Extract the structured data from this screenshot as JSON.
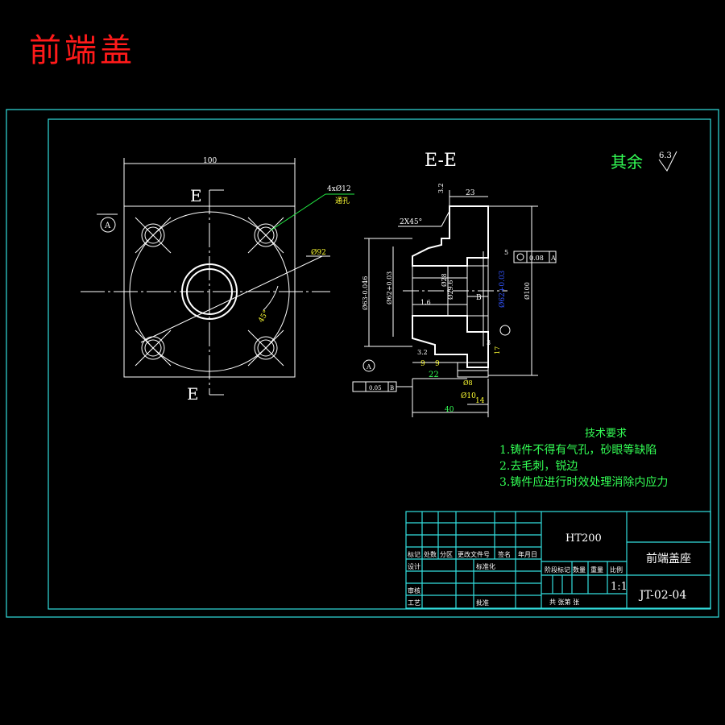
{
  "title": "前端盖",
  "drawing": {
    "section_label": "E-E",
    "cut_label_top": "E",
    "cut_label_bottom": "E",
    "datum": "A",
    "roughness_note": "其余",
    "roughness_value": "6.3",
    "plan_view": {
      "width_dim": "100",
      "holes_callout": "4xØ12",
      "holes_note": "通孔",
      "pcd": "Ø92",
      "angle": "45°"
    },
    "section_view": {
      "dim_top": "23",
      "chamfer": "2X45°",
      "dia_outer_flange": "Ø100",
      "dia_63": "Ø63-0.046",
      "dia_62": "Ø62+0.03",
      "dia_bore": "Ø29.6",
      "dia_shaft": "Ø28",
      "rough_small": "3.2",
      "rough_left": "1.6",
      "rough_bot": "3.2",
      "tol_round": "0.08",
      "tol_flat": "0.05",
      "tol_ref_a": "A",
      "tol_ref_b": "B",
      "d9a": "9",
      "d9b": "9",
      "d22": "22",
      "d8": "Ø8",
      "d10": "Ø10",
      "d14": "14",
      "d40": "40",
      "d5": "5",
      "d3": "3",
      "d17": "17",
      "label_b": "B",
      "blue_dim": "Ø62+0.03"
    }
  },
  "tech_requirements": {
    "heading": "技术要求",
    "items": [
      "1.铸件不得有气孔，砂眼等缺陷",
      "2.去毛刺，锐边",
      "3.铸件应进行时效处理消除内应力"
    ]
  },
  "title_block": {
    "material": "HT200",
    "part_name": "前端盖座",
    "drawing_no": "JT-02-04",
    "scale": "1:1",
    "headers": [
      "标记",
      "处数",
      "分区",
      "更改文件号",
      "签名",
      "年月日"
    ],
    "row_design": [
      "设计",
      "标准化"
    ],
    "row_review": "审核",
    "row_process": "工艺",
    "row_approve": "批准",
    "stage_headers": [
      "阶段标记",
      "数量",
      "重量",
      "比例"
    ],
    "sheet_text": "共  张第  张"
  }
}
